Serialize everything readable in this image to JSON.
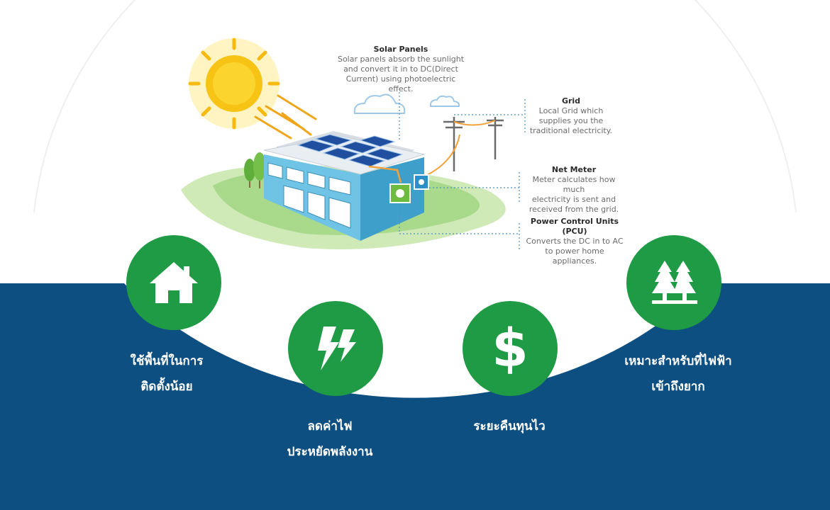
{
  "diagram": {
    "callouts": [
      {
        "id": "solar",
        "title": "Solar Panels",
        "desc": "Solar panels absorb the sunlight\nand convert it in to DC(Direct\nCurrent) using photoelectric effect."
      },
      {
        "id": "grid",
        "title": "Grid",
        "desc": "Local Grid which\nsupplies you the\ntraditional electricity."
      },
      {
        "id": "netmeter",
        "title": "Net Meter",
        "desc": "Meter calculates how much\nelectricity is sent and\nreceived from the grid."
      },
      {
        "id": "pcu",
        "title": "Power Control Units (PCU)",
        "desc": "Converts the DC in to AC\nto power home\nappliances."
      }
    ]
  },
  "features": [
    {
      "icon": "house-icon",
      "line1": "ใช้พื้นที่ในการ",
      "line2": "ติดตั้งน้อย"
    },
    {
      "icon": "lightning-icon",
      "line1": "ลดค่าไฟ",
      "line2": "ประหยัดพลังงาน"
    },
    {
      "icon": "dollar-icon",
      "line1": "ระยะคืนทุนไว",
      "line2": ""
    },
    {
      "icon": "trees-icon",
      "line1": "เหมาะสำหรับที่ไฟฟ้า",
      "line2": "เข้าถึงยาก"
    }
  ],
  "colors": {
    "navy": "#0e4f82",
    "green": "#1f9a45",
    "sun": "#f7c416",
    "building": "#6fc3e4",
    "grass": "#9fd37c"
  }
}
